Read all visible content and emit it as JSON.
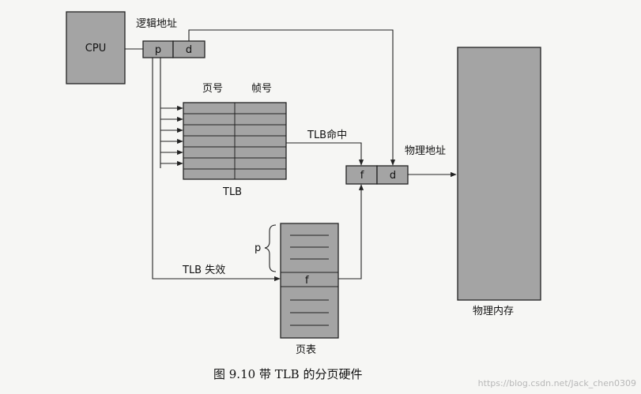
{
  "diagram": {
    "cpu_label": "CPU",
    "logical_address_label": "逻辑地址",
    "logical_p": "p",
    "logical_d": "d",
    "tlb": {
      "col_page_label": "页号",
      "col_frame_label": "帧号",
      "name": "TLB"
    },
    "tlb_hit_label": "TLB命中",
    "tlb_miss_label": "TLB 失效",
    "physical_address_label": "物理地址",
    "physical_f": "f",
    "physical_d": "d",
    "page_table": {
      "p_label": "p",
      "f_label": "f",
      "name": "页表"
    },
    "physical_memory_label": "物理内存",
    "caption": "图 9.10   带 TLB 的分页硬件",
    "watermark": "https://blog.csdn.net/Jack_chen0309"
  }
}
